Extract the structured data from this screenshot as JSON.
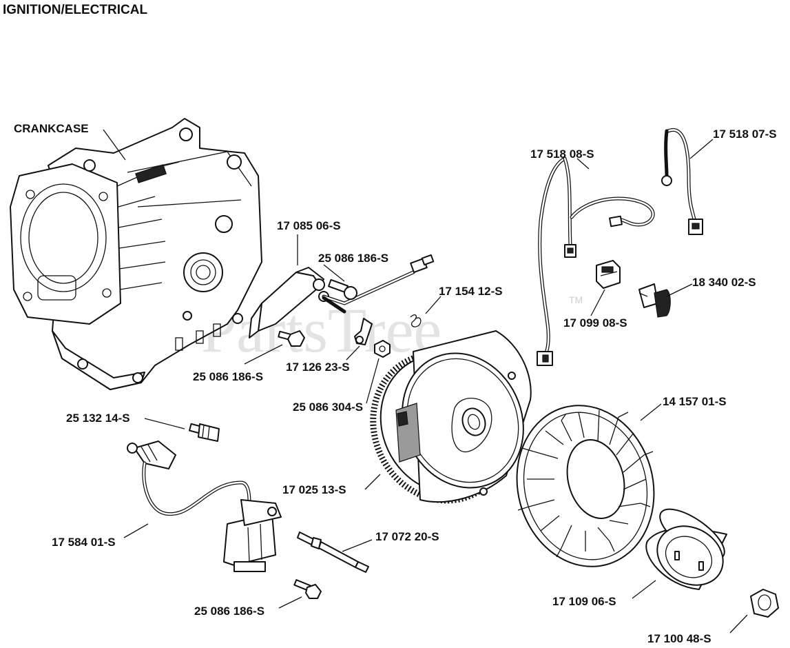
{
  "title": "IGNITION/ELECTRICAL",
  "watermark": {
    "text": "PartsTree",
    "tm": "TM"
  },
  "labels": {
    "crankcase": "CRANKCASE",
    "p17518_07": "17 518 07-S",
    "p17518_08": "17 518 08-S",
    "p17085_06": "17 085 06-S",
    "p25086_186_a": "25 086 186-S",
    "p17154_12": "17 154 12-S",
    "p18340_02": "18 340 02-S",
    "p17099_08": "17 099 08-S",
    "p25086_186_b": "25 086 186-S",
    "p17126_23": "17 126 23-S",
    "p25086_304": "25 086 304-S",
    "p14157_01": "14 157 01-S",
    "p25132_14": "25 132 14-S",
    "p17025_13": "17 025 13-S",
    "p17584_01": "17 584 01-S",
    "p17072_20": "17 072 20-S",
    "p17109_06": "17 109 06-S",
    "p25086_186_c": "25 086 186-S",
    "p17100_48": "17 100 48-S"
  }
}
